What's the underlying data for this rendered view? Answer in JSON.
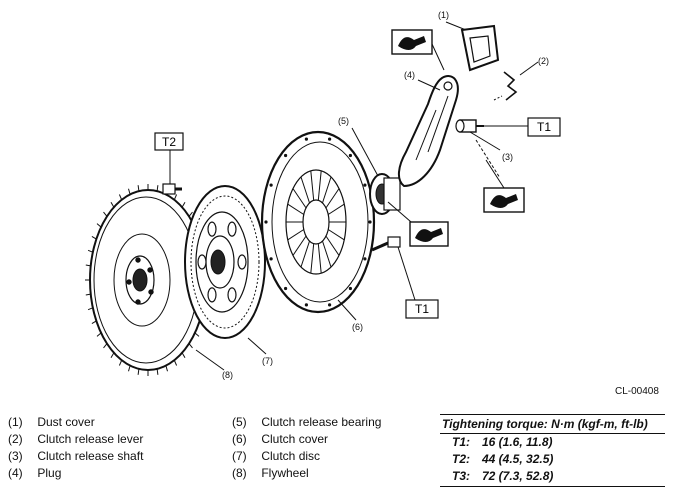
{
  "figure_code": "CL-00408",
  "callouts": {
    "c1": "(1)",
    "c2": "(2)",
    "c3": "(3)",
    "c4": "(4)",
    "c5": "(5)",
    "c6": "(6)",
    "c7": "(7)",
    "c8": "(8)"
  },
  "torque_tags": {
    "t1_upper": "T1",
    "t2": "T2",
    "t1_lower": "T1"
  },
  "legend": {
    "col1": [
      {
        "num": "(1)",
        "label": "Dust cover"
      },
      {
        "num": "(2)",
        "label": "Clutch release lever"
      },
      {
        "num": "(3)",
        "label": "Clutch release shaft"
      },
      {
        "num": "(4)",
        "label": "Plug"
      }
    ],
    "col2": [
      {
        "num": "(5)",
        "label": "Clutch release bearing"
      },
      {
        "num": "(6)",
        "label": "Clutch cover"
      },
      {
        "num": "(7)",
        "label": "Clutch disc"
      },
      {
        "num": "(8)",
        "label": "Flywheel"
      }
    ]
  },
  "torque": {
    "heading": "Tightening torque: N·m (kgf-m, ft-lb)",
    "rows": [
      {
        "key": "T1:",
        "value": "16 (1.6, 11.8)"
      },
      {
        "key": "T2:",
        "value": "44 (4.5, 32.5)"
      },
      {
        "key": "T3:",
        "value": "72 (7.3, 52.8)"
      }
    ]
  },
  "icons": [
    "grease-icon",
    "grease-icon",
    "grease-icon",
    "grease-icon"
  ]
}
